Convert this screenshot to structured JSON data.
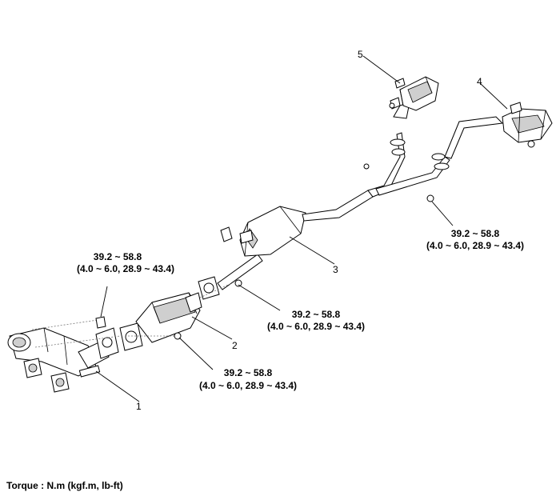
{
  "callouts": {
    "part1": "1",
    "part2": "2",
    "part3": "3",
    "part4": "4",
    "part5": "5"
  },
  "torque_specs": {
    "rear_right": {
      "value": "39.2 ~ 58.8",
      "alt": "(4.0 ~ 6.0, 28.9 ~ 43.4)"
    },
    "front_left": {
      "value": "39.2 ~ 58.8",
      "alt": "(4.0 ~ 6.0, 28.9 ~ 43.4)"
    },
    "middle": {
      "value": "39.2 ~ 58.8",
      "alt": "(4.0 ~ 6.0, 28.9 ~ 43.4)"
    },
    "lower": {
      "value": "39.2 ~ 58.8",
      "alt": "(4.0 ~ 6.0, 28.9 ~ 43.4)"
    }
  },
  "footer": {
    "torque_unit_note": "Torque : N.m (kgf.m, lb-ft)"
  }
}
